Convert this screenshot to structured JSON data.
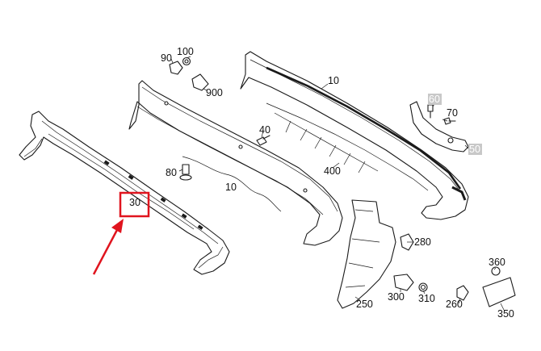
{
  "callouts": {
    "c90": "90",
    "c100": "100",
    "c900": "900",
    "c10_top": "10",
    "c60": "60",
    "c70": "70",
    "c40": "40",
    "c50": "50",
    "c80": "80",
    "c400": "400",
    "c10_mid": "10",
    "c30": "30",
    "c280": "280",
    "c360": "360",
    "c300": "300",
    "c310": "310",
    "c260": "260",
    "c250": "250",
    "c350": "350"
  },
  "colors": {
    "line": "#1a1a1a",
    "highlight": "#e0141e",
    "grey_label_bg": "#c8c8c8"
  }
}
